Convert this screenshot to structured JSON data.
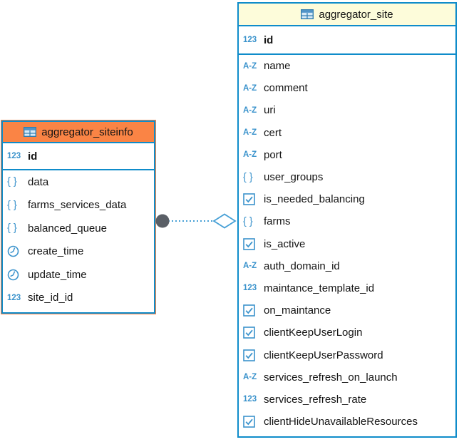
{
  "colors": {
    "border_blue": "#0f8cca",
    "selected_header_orange": "#fa8445",
    "header_yellow": "#fdfcda",
    "icon_blue": "#3b93cc",
    "connector_line_blue": "#47a0d6",
    "connector_gray": "#5a5f66",
    "text_dark": "#141414"
  },
  "icon_glyphs": {
    "numeric": "123",
    "string": "A-Z",
    "json": "{ }"
  },
  "entities": [
    {
      "title": "aggregator_siteinfo",
      "selected": true,
      "pk": {
        "type": "numeric",
        "label": "id"
      },
      "fields": [
        {
          "type": "json",
          "label": "data"
        },
        {
          "type": "json",
          "label": "farms_services_data"
        },
        {
          "type": "json",
          "label": "balanced_queue"
        },
        {
          "type": "datetime",
          "label": "create_time"
        },
        {
          "type": "datetime",
          "label": "update_time"
        },
        {
          "type": "numeric",
          "label": "site_id_id"
        }
      ]
    },
    {
      "title": "aggregator_site",
      "selected": false,
      "pk": {
        "type": "numeric",
        "label": "id"
      },
      "fields": [
        {
          "type": "string",
          "label": "name"
        },
        {
          "type": "string",
          "label": "comment"
        },
        {
          "type": "string",
          "label": "uri"
        },
        {
          "type": "string",
          "label": "cert"
        },
        {
          "type": "string",
          "label": "port"
        },
        {
          "type": "json",
          "label": "user_groups"
        },
        {
          "type": "boolean",
          "label": "is_needed_balancing"
        },
        {
          "type": "json",
          "label": "farms"
        },
        {
          "type": "boolean",
          "label": "is_active"
        },
        {
          "type": "string",
          "label": "auth_domain_id"
        },
        {
          "type": "numeric",
          "label": "maintance_template_id"
        },
        {
          "type": "boolean",
          "label": "on_maintance"
        },
        {
          "type": "boolean",
          "label": "clientKeepUserLogin"
        },
        {
          "type": "boolean",
          "label": "clientKeepUserPassword"
        },
        {
          "type": "string",
          "label": "services_refresh_on_launch"
        },
        {
          "type": "numeric",
          "label": "services_refresh_rate"
        },
        {
          "type": "boolean",
          "label": "clientHideUnavailableResources"
        }
      ]
    }
  ],
  "connector": {
    "from": "aggregator_siteinfo",
    "to": "aggregator_site",
    "line_style": "dotted",
    "from_end": "filled-circle",
    "to_end": "open-diamond"
  }
}
